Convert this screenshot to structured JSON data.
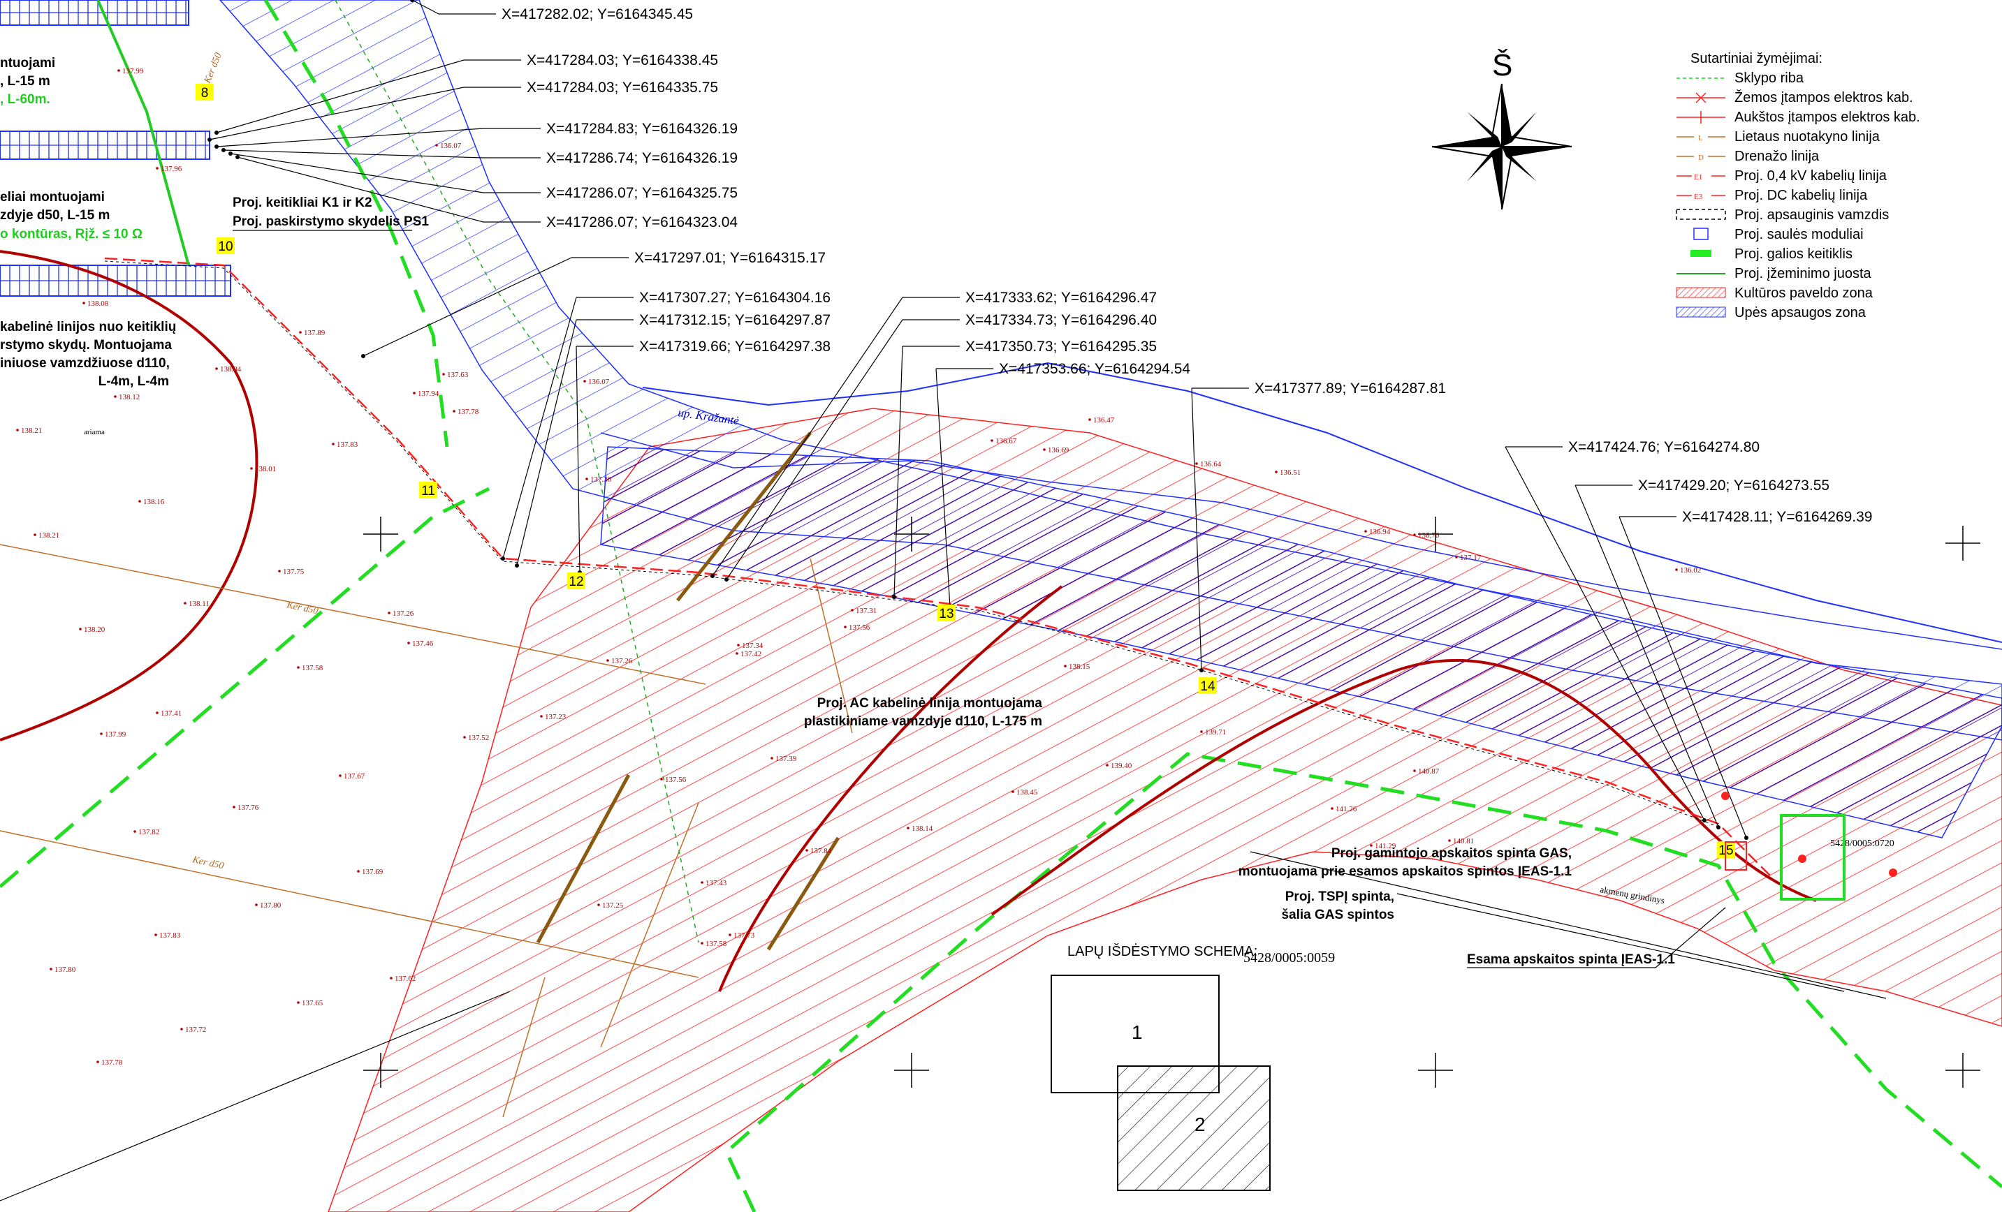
{
  "map": {
    "north_label": "Š",
    "river_label": "up. Kražantė",
    "ker_label": "Ker d50",
    "sheet_id": "5428/0005:0059",
    "parcel_id": "5428/0005:0720",
    "sloped_label": "akmenų grindinys",
    "ariama": "ariama"
  },
  "coordinates": [
    "X=417282.02; Y=6164345.45",
    "X=417284.03; Y=6164338.45",
    "X=417284.03; Y=6164335.75",
    "X=417284.83; Y=6164326.19",
    "X=417286.74; Y=6164326.19",
    "X=417286.07; Y=6164325.75",
    "X=417286.07; Y=6164323.04",
    "X=417297.01; Y=6164315.17",
    "X=417307.27; Y=6164304.16",
    "X=417312.15; Y=6164297.87",
    "X=417319.66; Y=6164297.38",
    "X=417333.62; Y=6164296.47",
    "X=417334.73; Y=6164296.40",
    "X=417350.73; Y=6164295.35",
    "X=417353.66; Y=6164294.54",
    "X=417377.89; Y=6164287.81",
    "X=417424.76; Y=6164274.80",
    "X=417429.20; Y=6164273.55",
    "X=417428.11; Y=6164269.39"
  ],
  "notes": {
    "left_1": "ntuojami",
    "left_2": ", L-15 m",
    "left_3": ", L-60m.",
    "left_4": "eliai montuojami",
    "left_5": "zdyje d50, L-15 m",
    "left_6": "o kontūras, Rįž. ≤ 10 Ω",
    "left_7": "kabelinė linijos nuo keitiklių",
    "left_8": "rstymo skydų. Montuojama",
    "left_9": "iniuose vamzdžiuose d110,",
    "left_10": "L-4m, L-4m",
    "k1k2": "Proj. keitikliai K1 ir K2",
    "ps1": "Proj. paskirstymo skydelis PS1",
    "ac_1": "Proj. AC kabelinė linija montuojama",
    "ac_2": "plastikiniame vamzdyje d110, L-175 m",
    "gas_1": "Proj. gamintojo apskaitos spinta GAS,",
    "gas_2": "montuojama prie esamos apskaitos spintos ĮEAS-1.1",
    "tsp_1": "Proj. TSPĮ spinta,",
    "tsp_2": "šalia GAS spintos",
    "eas": "Esama apskaitos spinta ĮEAS-1.1"
  },
  "stations": [
    "8",
    "10",
    "11",
    "12",
    "13",
    "14",
    "15"
  ],
  "legend": {
    "title": "Sutartiniai žymėjimai:",
    "items": [
      {
        "label": "Sklypo riba",
        "symbol": "dashed-green-thin"
      },
      {
        "label": "Žemos įtampos elektros kab.",
        "symbol": "red-cross-line"
      },
      {
        "label": "Aukštos įtampos elektros kab.",
        "symbol": "red-tick-line"
      },
      {
        "label": "Lietaus nuotakyno linija",
        "symbol": "brown-L-line"
      },
      {
        "label": "Drenažo linija",
        "symbol": "brown-D-line"
      },
      {
        "label": "Proj. 0,4 kV kabelių linija",
        "symbol": "red-E1-line"
      },
      {
        "label": "Proj. DC kabelių linija",
        "symbol": "red-E3-line"
      },
      {
        "label": "Proj. apsauginis vamzdis",
        "symbol": "black-dashed-box"
      },
      {
        "label": "Proj. saulės moduliai",
        "symbol": "blue-box"
      },
      {
        "label": "Proj. galios keitiklis",
        "symbol": "green-box"
      },
      {
        "label": "Proj. įžeminimo juosta",
        "symbol": "green-line"
      },
      {
        "label": "Kultūros paveldo zona",
        "symbol": "red-hatch"
      },
      {
        "label": "Upės apsaugos zona",
        "symbol": "blue-hatch"
      }
    ]
  },
  "schema": {
    "title": "LAPŲ IŠDĖSTYMO SCHEMA:",
    "sheet_1": "1",
    "sheet_2": "2"
  },
  "spot_heights": [
    "137.99",
    "137.96",
    "138.08",
    "138.04",
    "138.12",
    "138.21",
    "138.01",
    "137.83",
    "138.16",
    "138.21",
    "137.75",
    "138.11",
    "137.26",
    "137.46",
    "137.58",
    "138.20",
    "137.41",
    "137.99",
    "137.67",
    "137.76",
    "137.82",
    "137.69",
    "137.80",
    "137.83",
    "137.80",
    "137.65",
    "137.62",
    "137.72",
    "137.78",
    "137.89",
    "137.94",
    "137.63",
    "137.78",
    "136.07",
    "136.07",
    "137.30",
    "137.52",
    "137.26",
    "137.23",
    "137.34",
    "137.56",
    "137.39",
    "137.42",
    "137.31",
    "137.56",
    "137.84",
    "137.43",
    "137.25",
    "137.73",
    "137.58",
    "138.14",
    "138.45",
    "138.15",
    "139.40",
    "139.71",
    "140.87",
    "141.26",
    "141.29",
    "140.81",
    "136.02",
    "136.67",
    "136.69",
    "136.47",
    "136.64",
    "136.51",
    "136.76",
    "137.17",
    "136.94"
  ]
}
